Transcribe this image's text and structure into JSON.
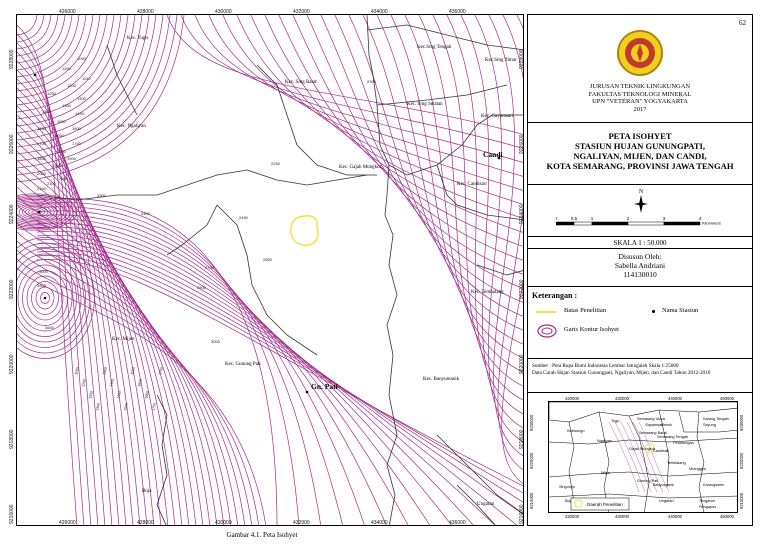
{
  "page_number": "62",
  "caption": "Gambar 4.1. Peta Isohyet",
  "map": {
    "x_ticks": [
      "426000",
      "428000",
      "430000",
      "432000",
      "434000",
      "436000"
    ],
    "y_ticks": [
      "9228000",
      "9226000",
      "9224000",
      "9222000",
      "9220000",
      "9218000",
      "9216000"
    ],
    "districts": {
      "tugu": "Kec. Tugu",
      "smg_tengah": "Kec.Smg Tengah",
      "smg_timur": "Kec.Smg Timur",
      "smg_barat": "Kec. Smg Barat",
      "smg_selatan": "Kec. Smg Selatan",
      "gayamsari": "Kec. Gayamsari",
      "ngaliyan": "Kec. Ngaliyan",
      "gajah_mungkur": "Kec. Gajah Mungkur",
      "candisari": "Kec. Candisari",
      "tembalang": "Kec. Tembalang",
      "mijen": "Kec. Mijen",
      "gunung_pati": "Kec. Gunung Pati",
      "banyumanik": "Kec. Banyumanik",
      "boja": "Boja",
      "ungaran": "Ungaran"
    },
    "stations": {
      "candi": "Candi",
      "gn_pati": "Gn. Pati"
    },
    "contour_labels": [
      "2450",
      "2400",
      "2650",
      "2700",
      "2900",
      "3000",
      "3300",
      "3900",
      "3500",
      "3650",
      "2250",
      "2300",
      "2150",
      "2100",
      "2050",
      "2000",
      "1950",
      "1900",
      "1850",
      "1800",
      "1750",
      "1700",
      "1650",
      "1600",
      "1550",
      "1500",
      "1450",
      "1400",
      "1350",
      "1300",
      "1250",
      "1200",
      "1150",
      "1100",
      "1050"
    ]
  },
  "panel": {
    "institution": [
      "JURUSAN TEKNIK LINGKUNGAN",
      "FAKULTAS TEKNOLOGI MINERAL",
      "UPN \"VETERAN\" YOGYAKARTA",
      "2017"
    ],
    "title": [
      "PETA ISOHYET",
      "STASIUN HUJAN GUNUNGPATI,",
      "NGALIYAN, MIJEN, DAN CANDI,",
      "KOTA SEMARANG,  PROVINSI JAWA TENGAH"
    ],
    "compass_n": "N",
    "scalebar": {
      "ticks": [
        "0",
        "0.5",
        "1",
        "2",
        "3",
        "4"
      ],
      "unit": "Kilometers"
    },
    "scale_text": "SKALA 1 : 50.000",
    "author": [
      "Disusun Oleh:",
      "Sabella Andriani",
      "114130010"
    ],
    "legend": {
      "heading": "Keterangan :",
      "items": {
        "study_boundary": "Batas Penelitian",
        "station": "Nama Stasiun",
        "contour": "Garis Kontur Isohyet"
      }
    },
    "source": [
      "Sumber : Peta Rupa Bumi Indonesia Lembar Jatingaleh Skala 1:25000",
      "Data Curah Hujan Stasiun Gunungpati, Ngaliyan, Mijen, dan Candi Tahun 2012-2016"
    ],
    "inset": {
      "x_ticks": [
        "420000",
        "430000",
        "440000",
        "450000"
      ],
      "y_ticks": [
        "9230000",
        "9220000",
        "9210000"
      ],
      "labels": [
        "Tugu",
        "Semarang Utara",
        "Gayamsari",
        "Genuk",
        "Karang Tengah",
        "Sayung",
        "Kaliwungu",
        "Semarang Barat",
        "Ngaliyan",
        "Semarang Tengah",
        "Pedurungan",
        "Gajah Mungkur",
        "Candisari",
        "Tembalang",
        "Mranggen",
        "Mijen",
        "Boja",
        "Gunung Pati",
        "Banyumanik",
        "Ungaran",
        "Tengaran",
        "Pringapus",
        "Karangawen",
        "Limbangan",
        "Singorojo"
      ],
      "legend": "Daerah Penelitian",
      "colors": {
        "boundary": "#e6e64d",
        "contour": "#a0308f"
      }
    }
  },
  "colors": {
    "contour": "#a12e8a",
    "boundary": "#f0e54a",
    "roads": "#333333"
  }
}
